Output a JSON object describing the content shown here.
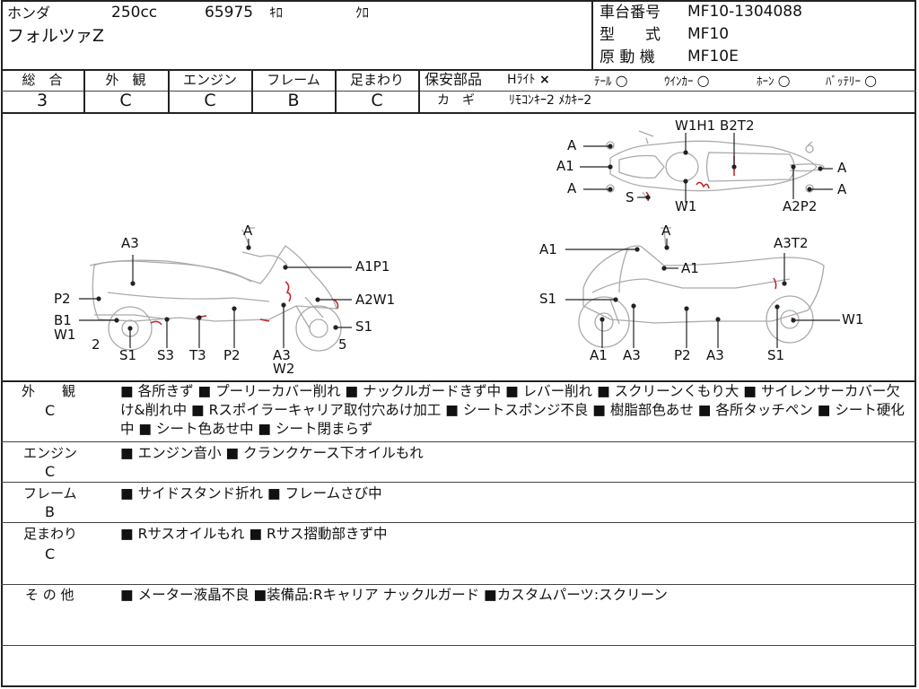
{
  "header": {
    "maker": "ホンダ",
    "displacement": "250cc",
    "mileage": "65975",
    "mileage_unit": "ｷﾛ",
    "color": "ｸﾛ",
    "model_name": "フォルツァZ",
    "chassis_label": "車台番号",
    "chassis_value": "MF10-1304088",
    "model_label": "型　　式",
    "model_value": "MF10",
    "engine_label": "原 動 機",
    "engine_value": "MF10E"
  },
  "grades": {
    "headers": [
      "総　合",
      "外　観",
      "エンジン",
      "フレーム",
      "足まわり"
    ],
    "values": [
      "3",
      "C",
      "C",
      "B",
      "C"
    ]
  },
  "safety": {
    "label": "保安部品",
    "items": [
      {
        "name": "Hﾗｲﾄ",
        "mark": "×"
      },
      {
        "name": "ﾃｰﾙ",
        "mark": "○"
      },
      {
        "name": "ｳｲﾝｶｰ",
        "mark": "○"
      },
      {
        "name": "ﾎｰﾝ",
        "mark": "○"
      },
      {
        "name": "ﾊﾞｯﾃﾘｰ",
        "mark": "○"
      }
    ],
    "key_label": "カ　ギ",
    "key_value": "ﾘﾓｺﾝｷｰ2 ﾒｶｷｰ2"
  },
  "diagram": {
    "top": [
      "A",
      "A1",
      "A",
      "S",
      "W1H1 B2T2",
      "W1",
      "A2P2",
      "A",
      "A"
    ],
    "left": [
      "A",
      "A3",
      "A1P1",
      "P2",
      "A2W1",
      "B1",
      "W1",
      "S1",
      "2",
      "5",
      "S1",
      "S3",
      "T3",
      "P2",
      "A3",
      "W2"
    ],
    "right": [
      "A",
      "A1",
      "A1",
      "A3T2",
      "S1",
      "W1",
      "A1",
      "A3",
      "P2",
      "A3",
      "S1"
    ]
  },
  "sections": [
    {
      "label": "外　　観",
      "grade": "C",
      "text": "■ 各所きず ■ プーリーカバー削れ ■ ナックルガードきず中 ■ レバー削れ ■ スクリーンくもり大 ■ サイレンサーカバー欠け&削れ中 ■ Rスポイラーキャリア取付穴あけ加工 ■ シートスポンジ不良 ■ 樹脂部色あせ ■ 各所タッチペン ■ シート硬化中 ■ シート色あせ中 ■ シート閉まらず"
    },
    {
      "label": "エンジン",
      "grade": "C",
      "text": "■ エンジン音小 ■ クランクケース下オイルもれ"
    },
    {
      "label": "フレーム",
      "grade": "B",
      "text": "■ サイドスタンド折れ ■ フレームさび中"
    },
    {
      "label": "足まわり",
      "grade": "C",
      "text": "■ Rサスオイルもれ ■ Rサス摺動部きず中"
    },
    {
      "label": "そ の 他",
      "grade": "",
      "text": "■ メーター液晶不良 ■装備品:Rキャリア ナックルガード ■カスタムパーツ:スクリーン"
    }
  ]
}
